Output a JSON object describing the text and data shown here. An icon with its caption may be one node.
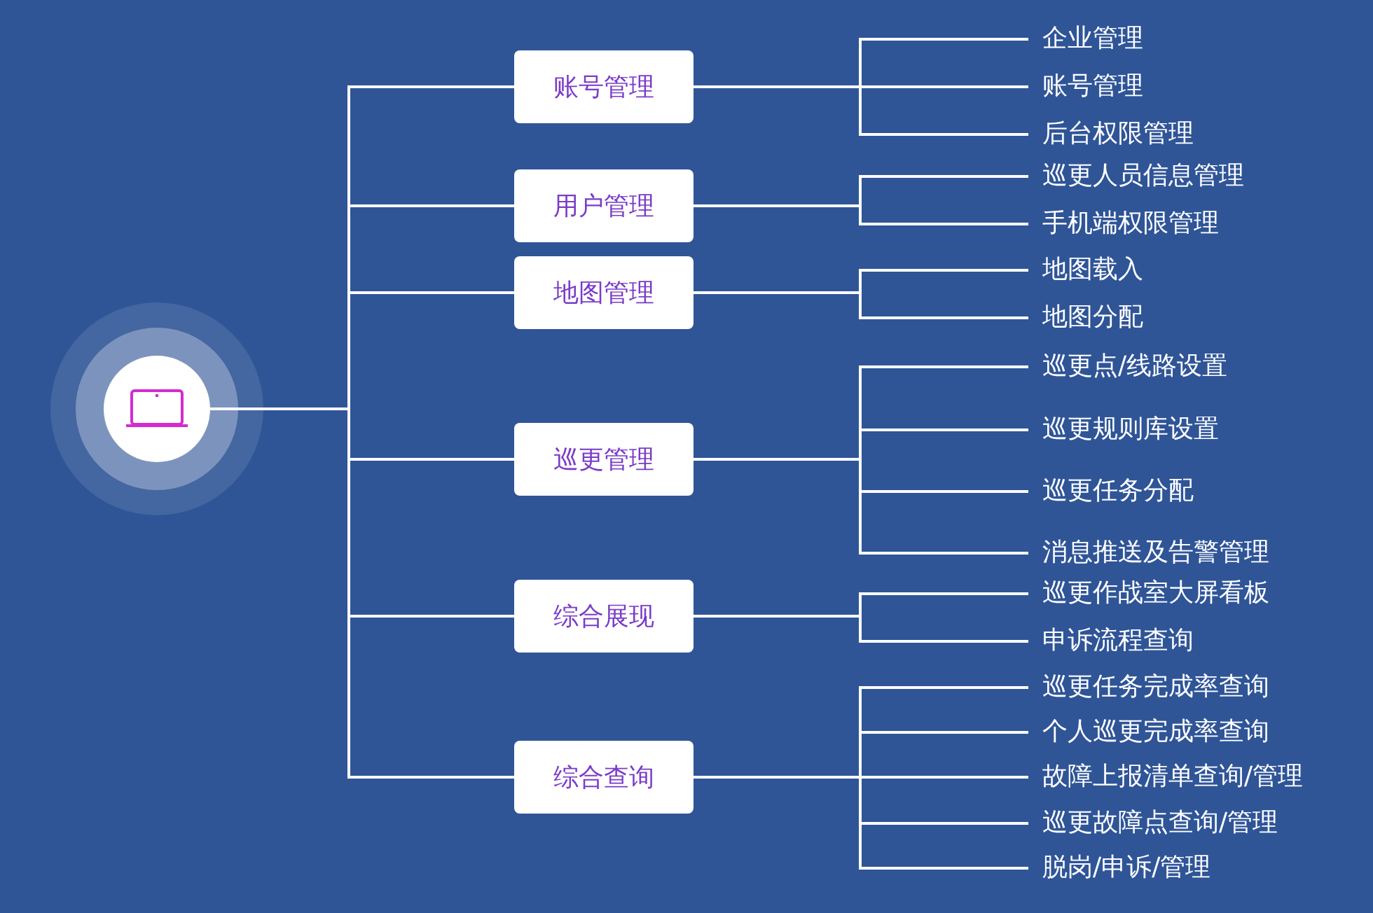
{
  "diagram": {
    "nodes": [
      {
        "text": [],
        "shape": "circle"
      },
      {
        "text": [
          "账号管理"
        ]
      },
      {
        "text": [
          "企业管理"
        ]
      },
      {
        "text": [
          "账号管理"
        ]
      },
      {
        "text": [
          "后台权限管理"
        ]
      },
      {
        "text": [
          "用户管理"
        ]
      },
      {
        "text": [
          "巡更人员信息管理"
        ]
      },
      {
        "text": [
          "手机端权限管理"
        ]
      },
      {
        "text": [
          "地图管理"
        ]
      },
      {
        "text": [
          "地图载入"
        ]
      },
      {
        "text": [
          "地图分配"
        ]
      },
      {
        "text": [
          "巡更管理"
        ]
      },
      {
        "text": [
          "巡更点/线路设置"
        ]
      },
      {
        "text": [
          "巡更规则库设置"
        ]
      },
      {
        "text": [
          "巡更任务分配"
        ]
      },
      {
        "text": [
          "消息推送及告警管理"
        ]
      },
      {
        "text": [
          "综合展现"
        ]
      },
      {
        "text": [
          "巡更作战室大屏看板"
        ]
      },
      {
        "text": [
          "申诉流程查询"
        ]
      },
      {
        "text": [
          "综合查询"
        ]
      },
      {
        "text": [
          "巡更任务完成率查询"
        ]
      },
      {
        "text": [
          "个人巡更完成率查询"
        ]
      },
      {
        "text": [
          "故障上报清单查询/管理"
        ]
      },
      {
        "text": [
          "巡更故障点查询/管理"
        ]
      },
      {
        "text": [
          "脱岗/申诉/管理"
        ]
      }
    ],
    "edges": [
      {
        "from": 0,
        "to": 1,
        "arrow": "none"
      },
      {
        "from": 0,
        "to": 5,
        "arrow": "none"
      },
      {
        "from": 0,
        "to": 8,
        "arrow": "none"
      },
      {
        "from": 0,
        "to": 11,
        "arrow": "none"
      },
      {
        "from": 0,
        "to": 16,
        "arrow": "none"
      },
      {
        "from": 0,
        "to": 19,
        "arrow": "none"
      },
      {
        "from": 1,
        "to": 2,
        "arrow": "none"
      },
      {
        "from": 1,
        "to": 3,
        "arrow": "none"
      },
      {
        "from": 1,
        "to": 4,
        "arrow": "none"
      },
      {
        "from": 5,
        "to": 6,
        "arrow": "none"
      },
      {
        "from": 5,
        "to": 7,
        "arrow": "none"
      },
      {
        "from": 8,
        "to": 9,
        "arrow": "none"
      },
      {
        "from": 8,
        "to": 10,
        "arrow": "none"
      },
      {
        "from": 11,
        "to": 12,
        "arrow": "none"
      },
      {
        "from": 11,
        "to": 13,
        "arrow": "none"
      },
      {
        "from": 11,
        "to": 14,
        "arrow": "none"
      },
      {
        "from": 11,
        "to": 15,
        "arrow": "none"
      },
      {
        "from": 16,
        "to": 17,
        "arrow": "none"
      },
      {
        "from": 16,
        "to": 18,
        "arrow": "none"
      },
      {
        "from": 19,
        "to": 20,
        "arrow": "none"
      },
      {
        "from": 19,
        "to": 21,
        "arrow": "none"
      },
      {
        "from": 19,
        "to": 22,
        "arrow": "none"
      },
      {
        "from": 19,
        "to": 23,
        "arrow": "none"
      },
      {
        "from": 19,
        "to": 24,
        "arrow": "none"
      }
    ]
  }
}
